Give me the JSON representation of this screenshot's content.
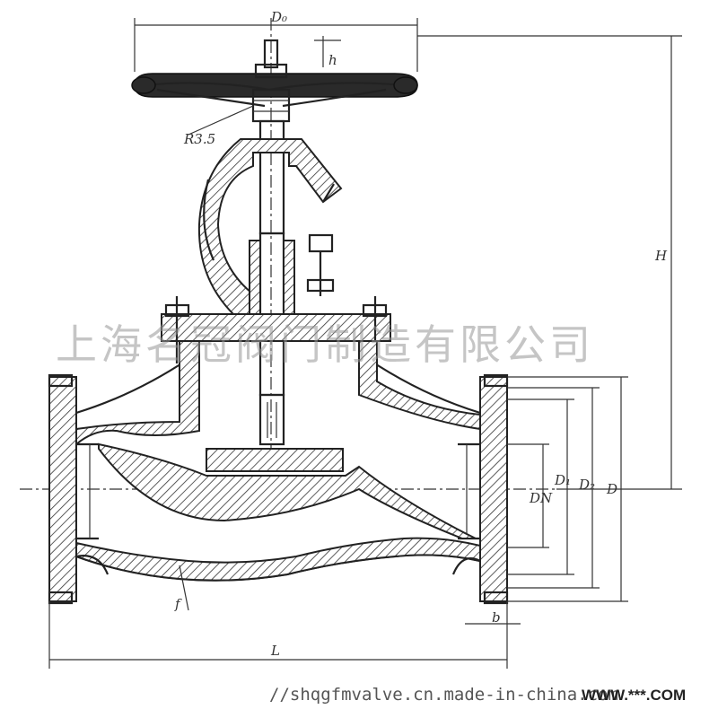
{
  "diagram": {
    "dimension_labels": {
      "top_width": "D₀",
      "height": "H",
      "length": "L",
      "nominal_diameter": "DN",
      "d1": "D₁",
      "d2": "D₂",
      "flange_d": "D",
      "flange_thickness": "b",
      "radius": "R3.5",
      "top_small": "h",
      "wall": "f"
    }
  },
  "watermark": {
    "company": "上海名冠阀门制造有限公司",
    "url": "//shqgfmvalve.cn.made-in-china.com",
    "overlay": "WWW.***.COM"
  }
}
